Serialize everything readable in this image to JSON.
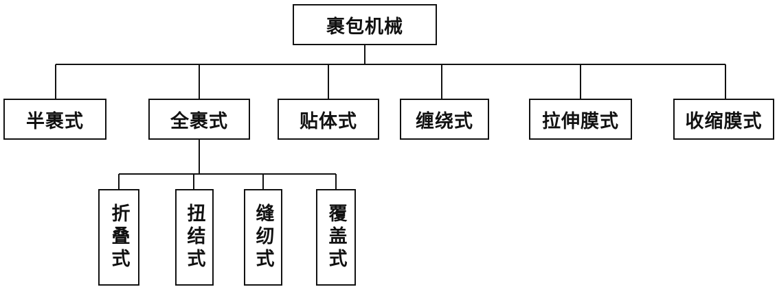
{
  "root": {
    "label": "裹包机械"
  },
  "level1": [
    {
      "id": "semi",
      "label": "半裹式"
    },
    {
      "id": "full",
      "label": "全裹式"
    },
    {
      "id": "conform",
      "label": "贴体式"
    },
    {
      "id": "wrap",
      "label": "缠绕式"
    },
    {
      "id": "stretch",
      "label": "拉伸膜式"
    },
    {
      "id": "shrink",
      "label": "收缩膜式"
    }
  ],
  "level2": [
    {
      "id": "fold",
      "label": "折叠式"
    },
    {
      "id": "twist",
      "label": "扭结式"
    },
    {
      "id": "seam",
      "label": "缝纫式"
    },
    {
      "id": "cover",
      "label": "覆盖式"
    }
  ],
  "colors": {
    "line": "#111111",
    "box_border": "#111111",
    "background": "#ffffff"
  }
}
